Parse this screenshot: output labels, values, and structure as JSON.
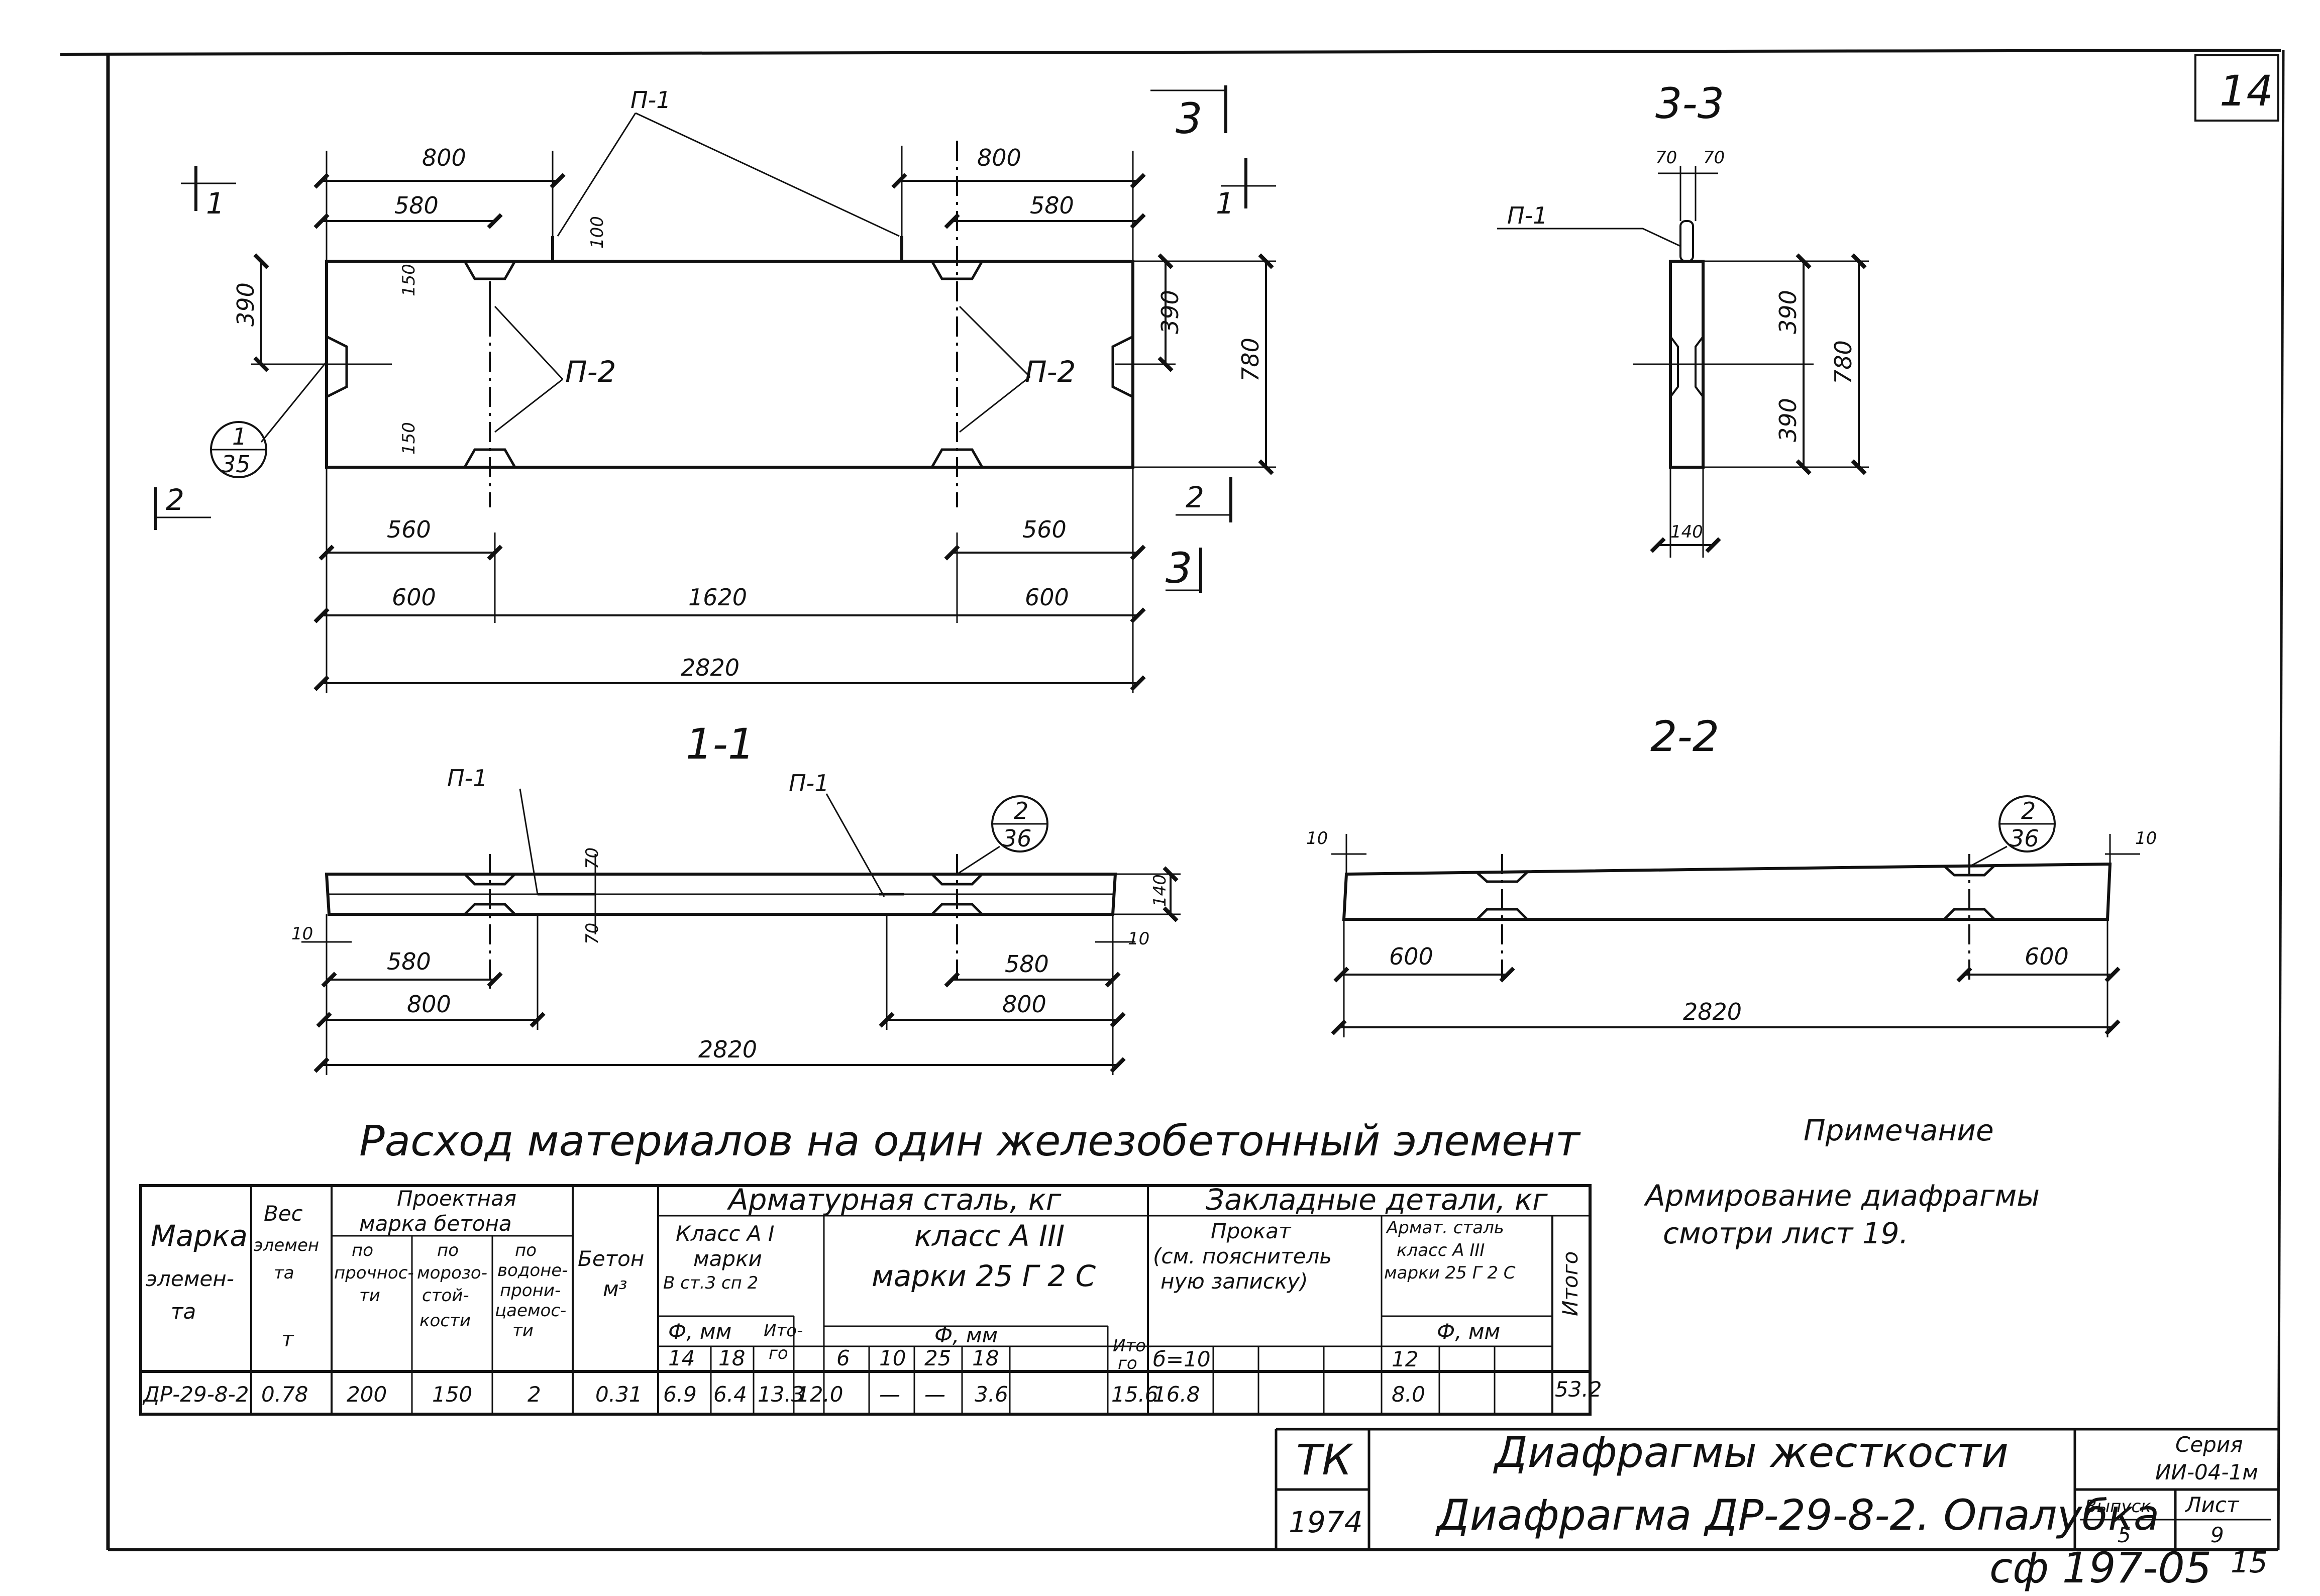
{
  "sheet": {
    "number": "14",
    "bottom_code": "сф 197-05",
    "bottom_page": "15"
  },
  "front_view": {
    "dims_top": [
      "800",
      "580",
      "800",
      "580"
    ],
    "dim_100": "100",
    "dim_150_top": "150",
    "dim_150_bot": "150",
    "dim_390_left": "390",
    "dim_390_right": "390",
    "dim_780": "780",
    "dims_bottom": [
      "560",
      "560",
      "600",
      "1620",
      "600",
      "2820"
    ],
    "tag_p1": "П-1",
    "tag_p2_left": "П-2",
    "tag_p2_right": "П-2",
    "callout_top": "1",
    "callout_bottom": "35",
    "cut_1_left": "1",
    "cut_1_right": "1",
    "cut_2_left": "2",
    "cut_2_right": "2",
    "cut_3_top": "3",
    "cut_3_bottom": "3"
  },
  "section_33": {
    "title": "3-3",
    "dim_70a": "70",
    "dim_70b": "70",
    "tag": "П-1",
    "dim_390a": "390",
    "dim_390b": "390",
    "dim_780": "780",
    "dim_140": "140"
  },
  "section_11": {
    "title": "1-1",
    "tag_a": "П-1",
    "tag_b": "П-1",
    "callout_top": "2",
    "callout_bottom": "36",
    "dim_70a": "70",
    "dim_70b": "70",
    "dim_140": "140",
    "dim_10a": "10",
    "dim_10b": "10",
    "dim_580a": "580",
    "dim_580b": "580",
    "dim_800a": "800",
    "dim_800b": "800",
    "dim_2820": "2820"
  },
  "section_22": {
    "title": "2-2",
    "callout_top": "2",
    "callout_bottom": "36",
    "dim_10a": "10",
    "dim_10b": "10",
    "dim_600a": "600",
    "dim_600b": "600",
    "dim_2820": "2820"
  },
  "materials": {
    "title": "Расход материалов на один железобетонный элемент",
    "h_marka": [
      "Марка",
      "элемен-",
      "та"
    ],
    "h_ves": [
      "Вес",
      "элемен",
      "та",
      "т"
    ],
    "h_proekt": [
      "Проектная",
      "марка бетона"
    ],
    "h_po_prochn": [
      "по",
      "прочнос-",
      "ти"
    ],
    "h_po_moroz": [
      "по",
      "морозо-",
      "стой-",
      "кости"
    ],
    "h_po_vodo": [
      "по",
      "водоне-",
      "прони-",
      "цаемос-",
      "ти"
    ],
    "h_beton": [
      "Бетон",
      "м³"
    ],
    "h_armat": "Арматурная сталь, кг",
    "h_klass_a1": [
      "Класс А I",
      "марки",
      "В ст.3 сп 2"
    ],
    "h_klass_a3": [
      "класс А III",
      "марки 25 Г 2 С"
    ],
    "h_phi_mm": "Ф, мм",
    "h_itogo_small": [
      "Ито-",
      "го"
    ],
    "h_a1_d": [
      "14",
      "18"
    ],
    "h_a3_d": [
      "6",
      "10",
      "25",
      "18"
    ],
    "h_zaklad": "Закладные детали, кг",
    "h_prokat": [
      "Прокат",
      "(см. пояснитель",
      "ную записку)"
    ],
    "h_d10": "б=10",
    "h_armat_st": [
      "Армат. сталь",
      "класс А III",
      "марки 25 Г 2 С"
    ],
    "h_zak_phi": "Ф, мм",
    "h_zak_d": "12",
    "h_itogo": "Итого",
    "row": {
      "marka": "ДР-29-8-2",
      "ves": "0.78",
      "po_prochn": "200",
      "po_moroz": "150",
      "po_vodo": "2",
      "beton": "0.31",
      "a1_14": "6.9",
      "a1_18": "6.4",
      "a1_itogo": "13.3",
      "a3_6": "12.0",
      "a3_10": "—",
      "a3_25": "—",
      "a3_18": "3.6",
      "a3_itogo": "15.6",
      "prokat": "16.8",
      "armat_12": "8.0",
      "itogo": "53.2"
    }
  },
  "note": {
    "title": "Примечание",
    "line1": "Армирование диафрагмы",
    "line2": "смотри лист 19."
  },
  "title_block": {
    "tk": "ТК",
    "year": "1974",
    "title1": "Диафрагмы жесткости",
    "title2": "Диафрагма ДР-29-8-2. Опалубка",
    "seria_label": "Серия",
    "seria_value": "ИИ-04-1м",
    "vypusk_label": "Выпуск",
    "vypusk_value": "5",
    "list_label": "Лист",
    "list_value": "9"
  }
}
